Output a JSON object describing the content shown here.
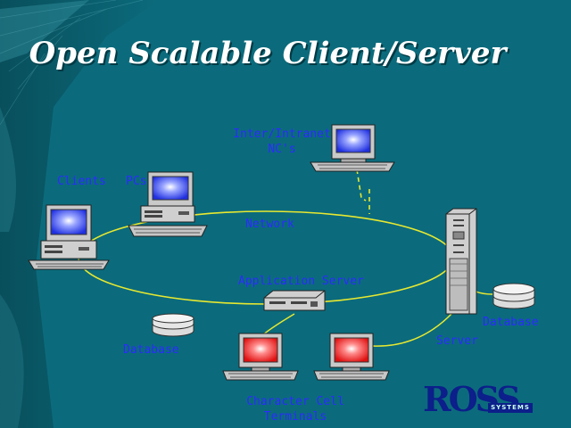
{
  "title": "Open Scalable Client/Server",
  "labels": {
    "inter_intranet": "Inter/Intranet",
    "ncs": "NC's",
    "clients": "Clients",
    "pcs": "PCs",
    "network": "Network",
    "application_server": "Application Server",
    "database_left": "Database",
    "database_right": "Database",
    "server": "Server",
    "character_cell": "Character Cell",
    "terminals": "Terminals"
  },
  "logo": {
    "name": "ROSS",
    "sub": "SYSTEMS"
  },
  "colors": {
    "background": "#0b6b7c",
    "label": "#2b2bff",
    "network_ring": "#e8e830",
    "client_screen": "#3a4cff",
    "terminal_screen": "#ff2a2a",
    "logo": "#0c1f8a"
  }
}
